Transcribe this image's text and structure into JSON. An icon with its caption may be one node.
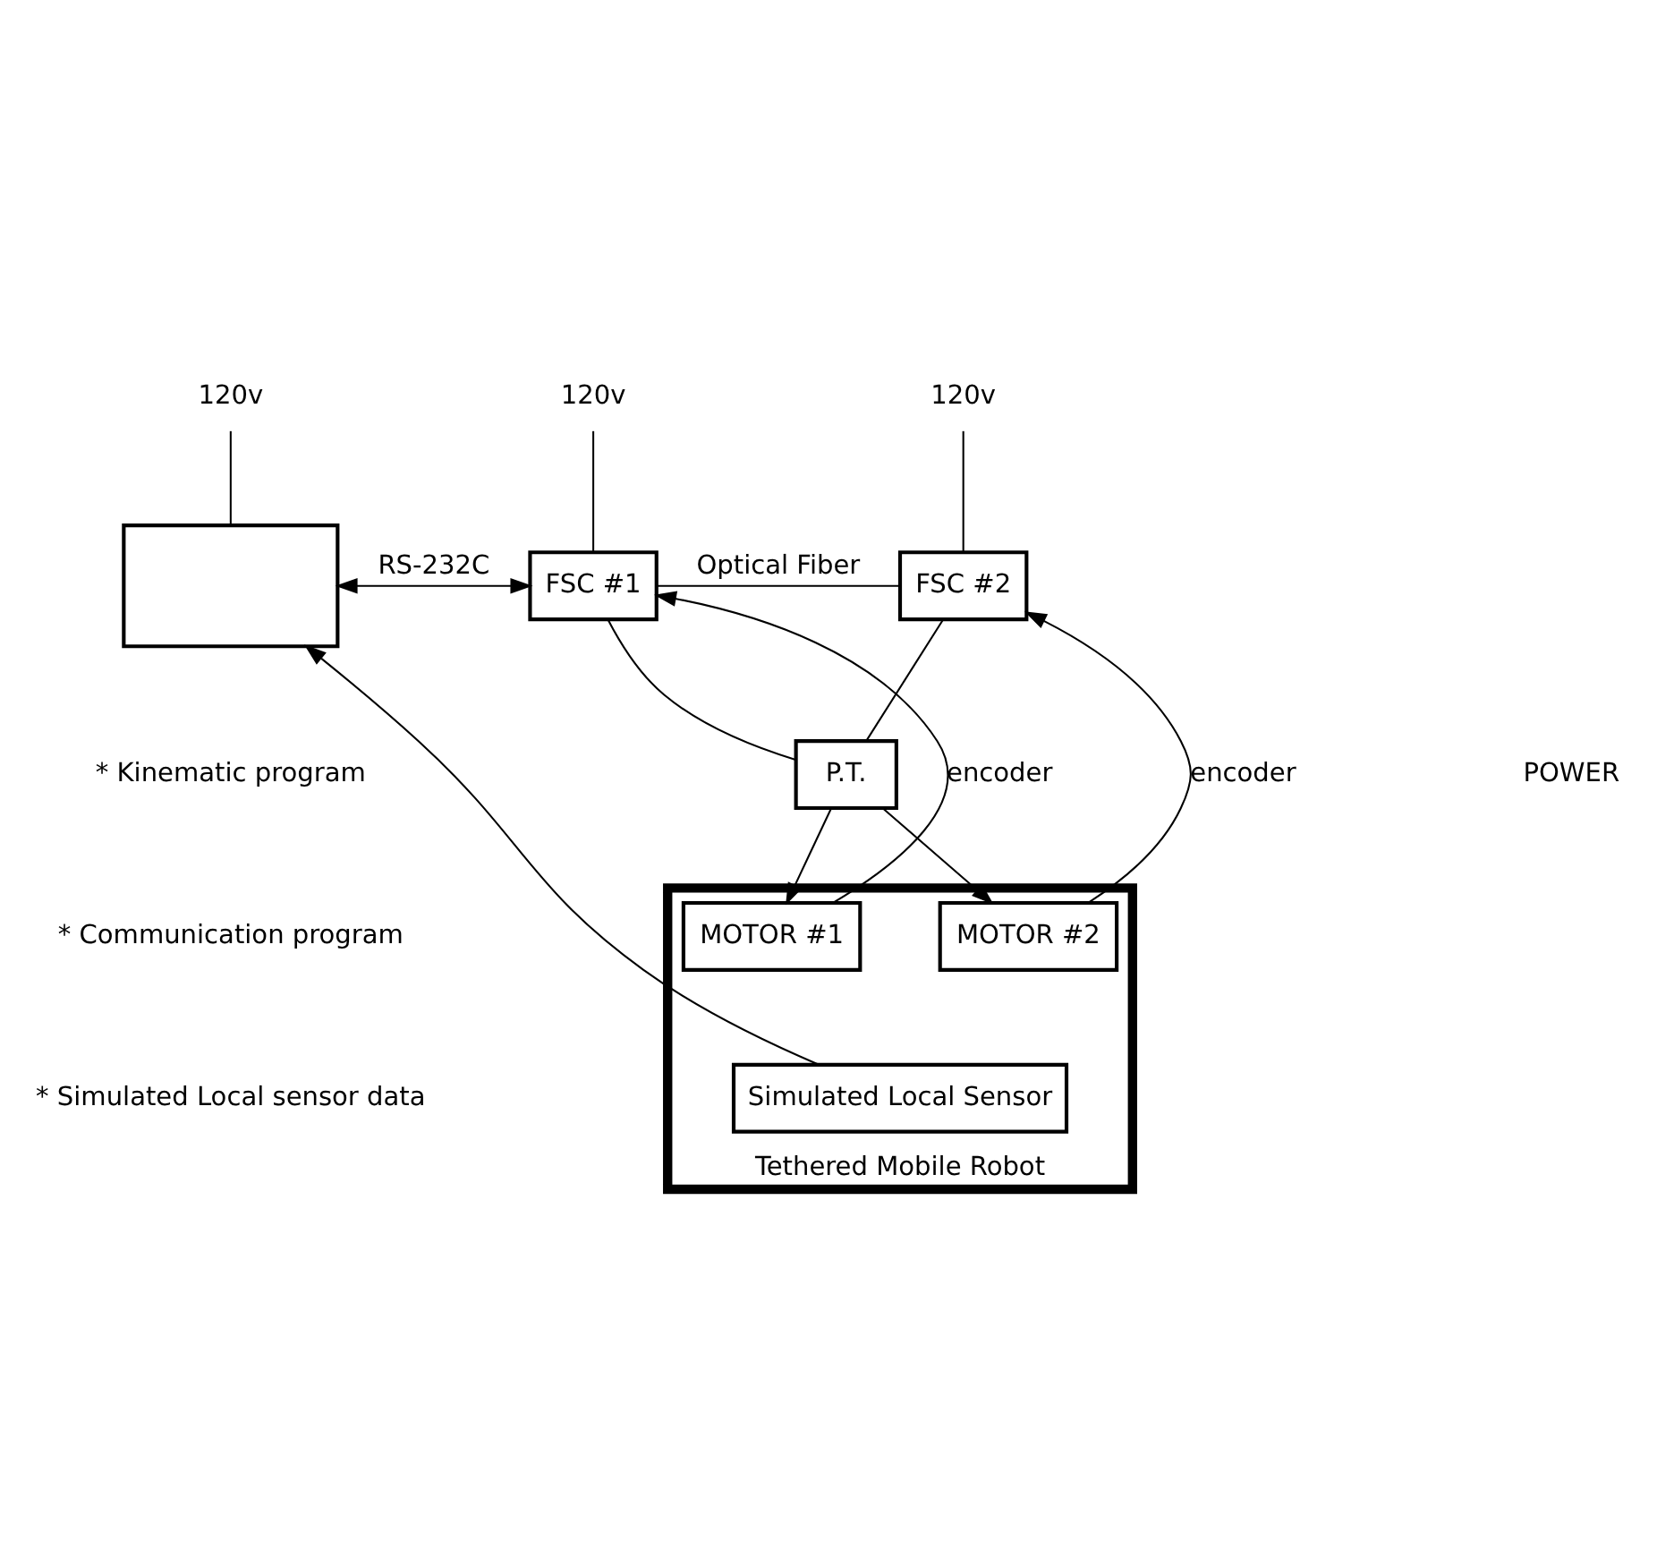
{
  "diagram": {
    "nodes": [
      {
        "text": [
          "120v"
        ]
      },
      {
        "text": [],
        "shape": "box"
      },
      {
        "text": [
          "120v"
        ]
      },
      {
        "text": [
          "FSC #1"
        ]
      },
      {
        "text": [
          "120v"
        ]
      },
      {
        "text": [
          "FSC #2"
        ]
      },
      {
        "text": [
          "P.T."
        ]
      },
      {
        "text": [
          "Tethered Mobile Robot"
        ]
      },
      {
        "text": [
          "MOTOR #1"
        ],
        "in": 7
      },
      {
        "text": [
          "MOTOR #2"
        ],
        "in": 7
      },
      {
        "text": [
          "Simulated Local Sensor"
        ],
        "in": 7
      }
    ],
    "edges": [
      {
        "from": 0,
        "to": 1,
        "arrow": "none"
      },
      {
        "from": 1,
        "to": 3,
        "arrow": "both",
        "label": "RS-232C"
      },
      {
        "from": 2,
        "to": 3,
        "arrow": "none"
      },
      {
        "from": 4,
        "to": 5,
        "arrow": "none"
      },
      {
        "from": 3,
        "to": 5,
        "arrow": "none",
        "label": "Optical Fiber"
      },
      {
        "from": 3,
        "to": 6,
        "arrow": "none"
      },
      {
        "from": 5,
        "to": 6,
        "arrow": "none"
      },
      {
        "from": 6,
        "to": 8,
        "arrow": "to"
      },
      {
        "from": 6,
        "to": 9,
        "arrow": "to"
      },
      {
        "from": 8,
        "to": 3,
        "arrow": "to",
        "label": "encoder"
      },
      {
        "from": 9,
        "to": 5,
        "arrow": "to",
        "label": "encoder"
      },
      {
        "from": 10,
        "to": 1,
        "arrow": "to"
      }
    ],
    "labels": [
      "* Kinematic program",
      "* Communication program",
      "* Simulated Local sensor data",
      "POWER"
    ]
  }
}
